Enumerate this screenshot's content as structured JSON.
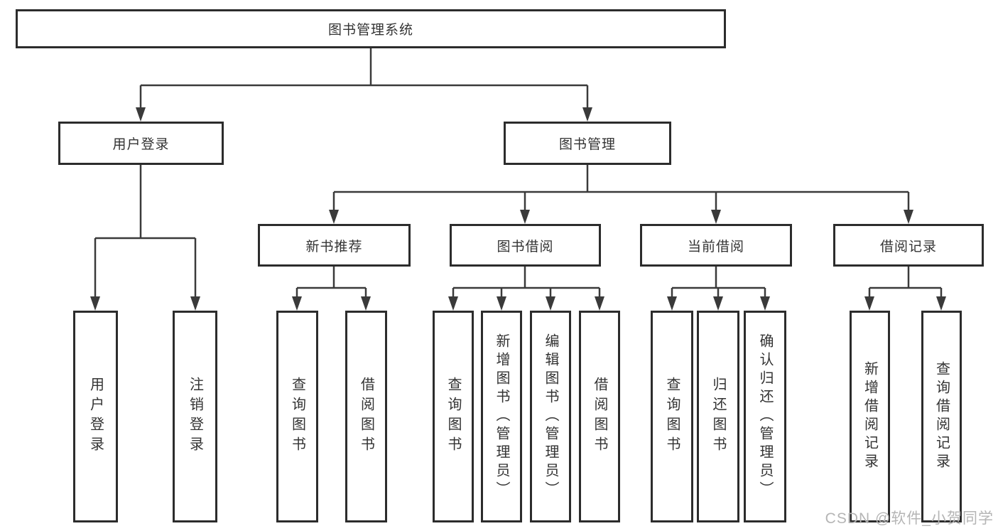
{
  "tree": {
    "root_label": "图书管理系统",
    "branches": [
      {
        "label": "用户登录",
        "leaves": [
          "用户登录",
          "注销登录"
        ]
      },
      {
        "label": "图书管理",
        "groups": [
          {
            "label": "新书推荐",
            "leaves": [
              "查询图书",
              "借阅图书"
            ]
          },
          {
            "label": "图书借阅",
            "leaves": [
              "查询图书",
              "新增图书（管理员）",
              "编辑图书（管理员）",
              "借阅图书"
            ]
          },
          {
            "label": "当前借阅",
            "leaves": [
              "查询图书",
              "归还图书",
              "确认归还（管理员）"
            ]
          },
          {
            "label": "借阅记录",
            "leaves": [
              "新增借阅记录",
              "查询借阅记录"
            ]
          }
        ]
      }
    ]
  },
  "watermark": {
    "text": "CSDN @软件_小贺同学"
  },
  "colors": {
    "line": "#3a3a3a",
    "border": "#2c2c2c",
    "text": "#333333",
    "watermark": "#b5b5b5"
  }
}
